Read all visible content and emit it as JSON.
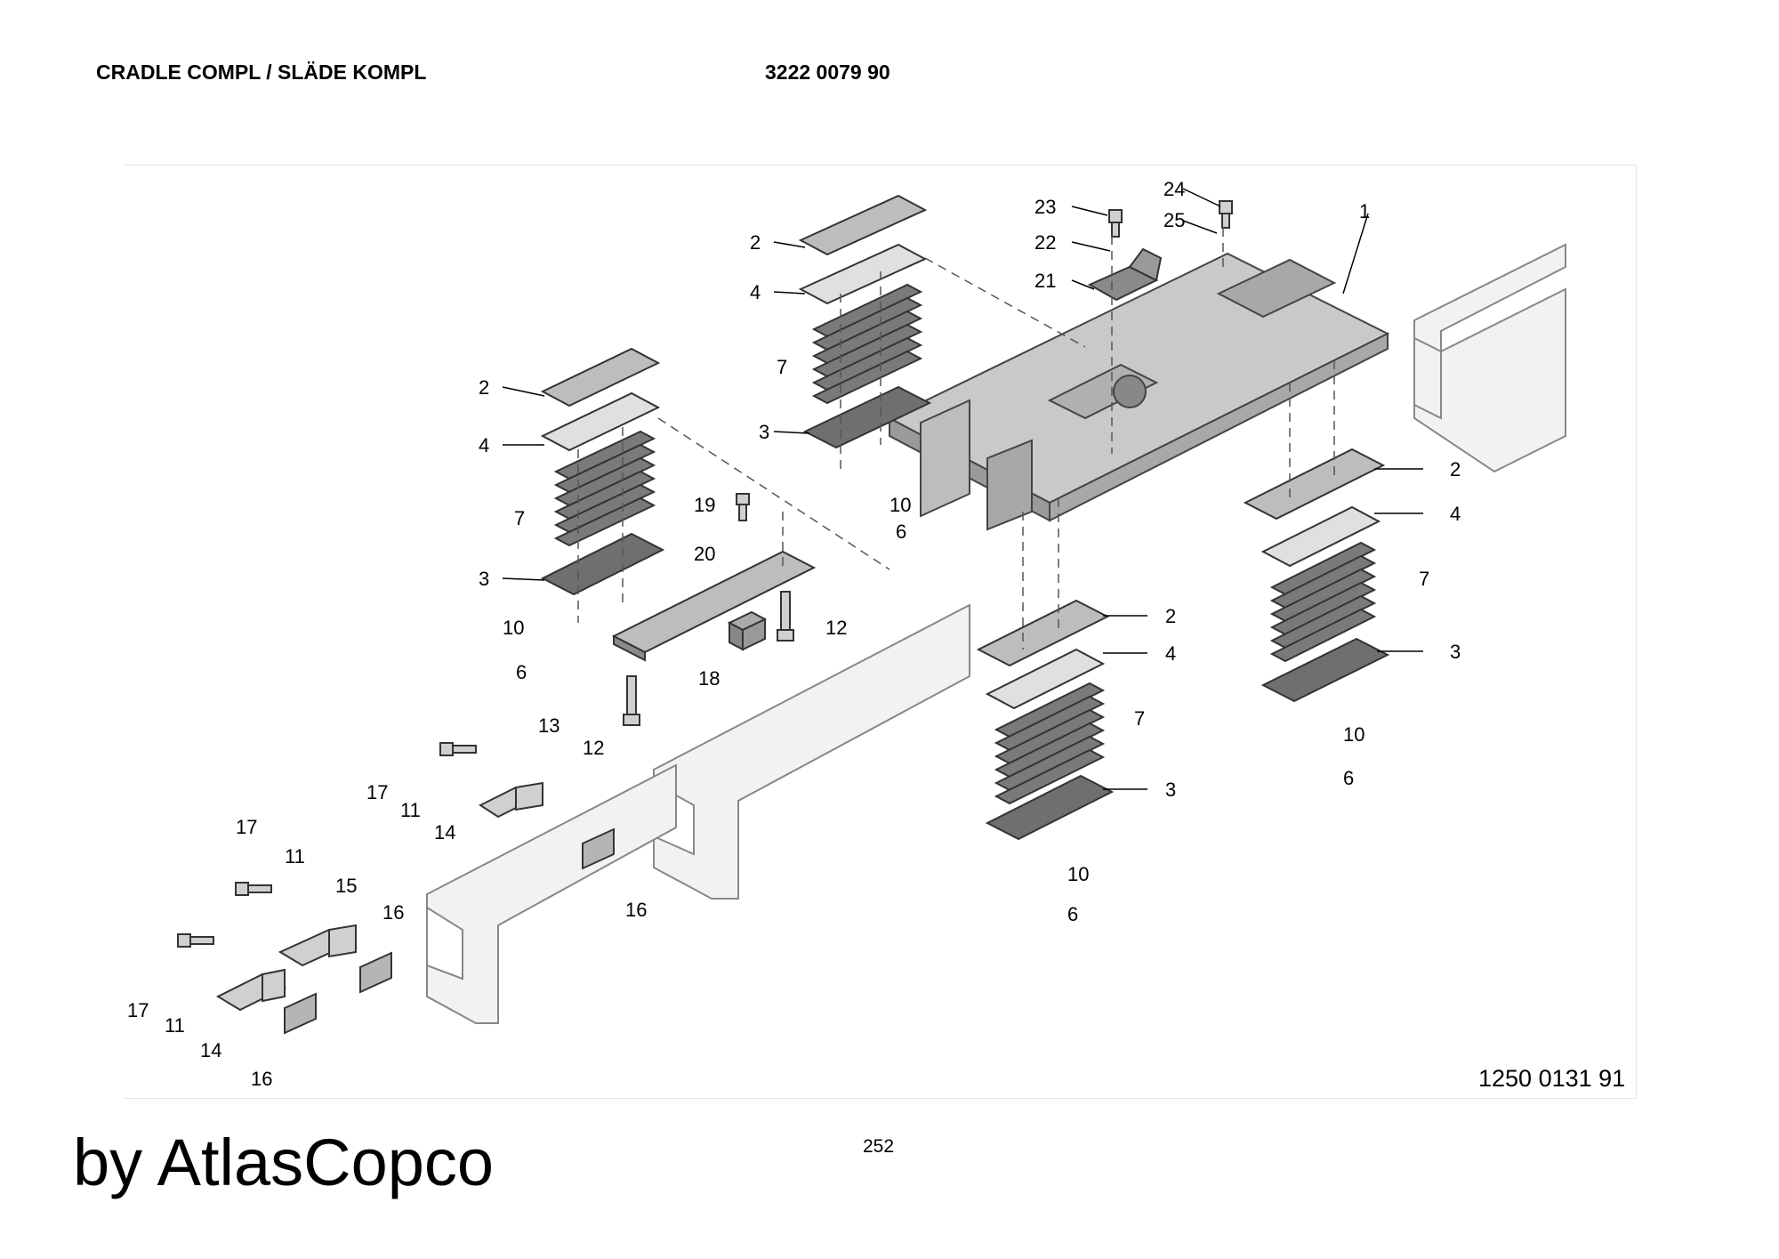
{
  "header": {
    "title": "CRADLE COMPL / SLÄDE KOMPL",
    "part_number": "3222 0079 90"
  },
  "drawing_number": "1250 0131 91",
  "page_number": "252",
  "brand": "by AtlasCopco",
  "colors": {
    "part_fill": "#bdbdbd",
    "part_dark": "#6f6f6f",
    "rail": "#f2f2f2",
    "frame": "#dcdcdc"
  },
  "callouts": {
    "c1": "1",
    "c2a": "2",
    "c2b": "2",
    "c2c": "2",
    "c2d": "2",
    "c3a": "3",
    "c3b": "3",
    "c3c": "3",
    "c3d": "3",
    "c4a": "4",
    "c4b": "4",
    "c4c": "4",
    "c4d": "4",
    "c6a": "6",
    "c6b": "6",
    "c6c": "6",
    "c6d": "6",
    "c7a": "7",
    "c7b": "7",
    "c7c": "7",
    "c7d": "7",
    "c10a": "10",
    "c10b": "10",
    "c10c": "10",
    "c10d": "10",
    "c11a": "11",
    "c11b": "11",
    "c11c": "11",
    "c12a": "12",
    "c12b": "12",
    "c13": "13",
    "c14a": "14",
    "c14b": "14",
    "c15": "15",
    "c16a": "16",
    "c16b": "16",
    "c16c": "16",
    "c17a": "17",
    "c17b": "17",
    "c17c": "17",
    "c18": "18",
    "c19": "19",
    "c20": "20",
    "c21": "21",
    "c22": "22",
    "c23": "23",
    "c24": "24",
    "c25": "25"
  }
}
